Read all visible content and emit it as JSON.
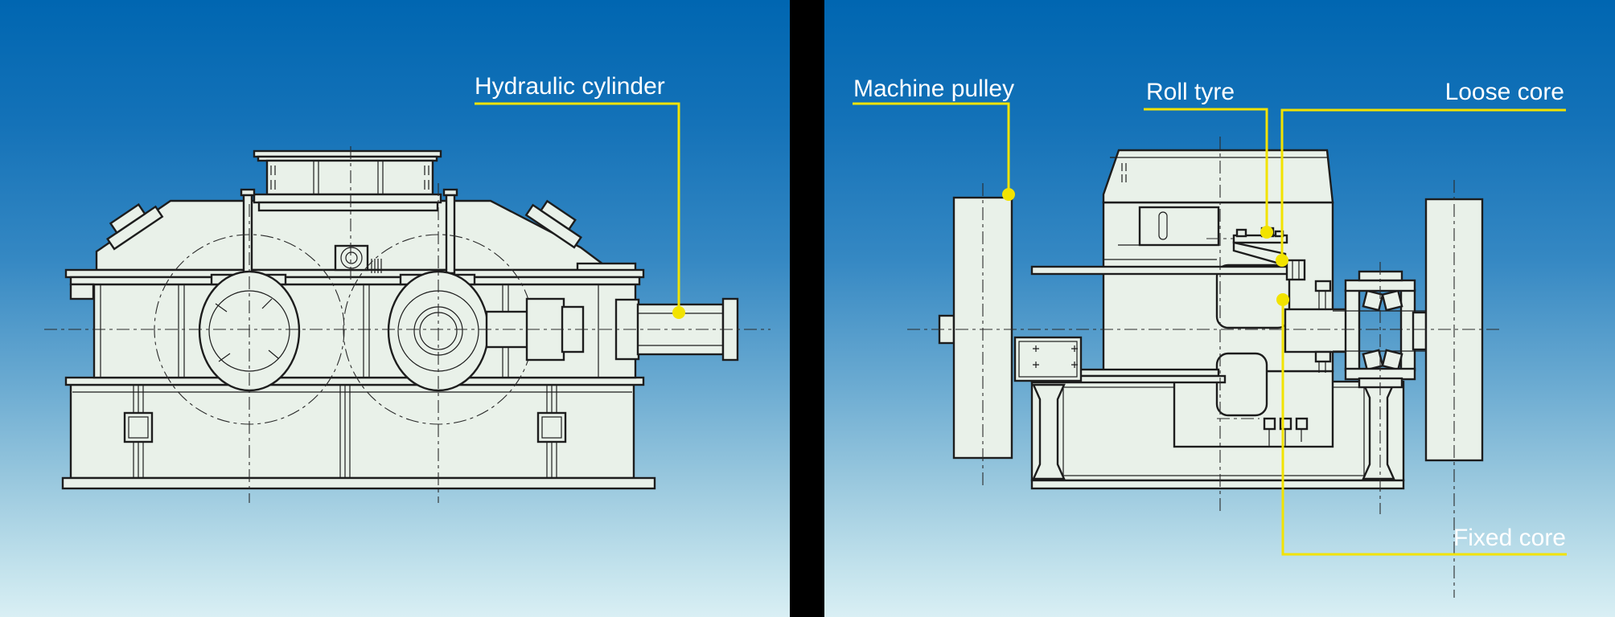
{
  "colors": {
    "background_top": "#0066b1",
    "background_bottom": "#d9eff4",
    "divider": "#000000",
    "callout_yellow": "#f2e300",
    "label_text": "#ffffff",
    "drawing_fill": "#e9f1e9",
    "drawing_line": "#1d1d1d"
  },
  "left_panel": {
    "name": "Roller press gearbox side view drawing",
    "labels": {
      "hydraulic_cylinder": "Hydraulic cylinder"
    }
  },
  "right_panel": {
    "name": "Roller press end section view drawing",
    "labels": {
      "machine_pulley": "Machine pulley",
      "roll_tyre": "Roll tyre",
      "loose_core": "Loose core",
      "fixed_core": "Fixed core"
    }
  }
}
